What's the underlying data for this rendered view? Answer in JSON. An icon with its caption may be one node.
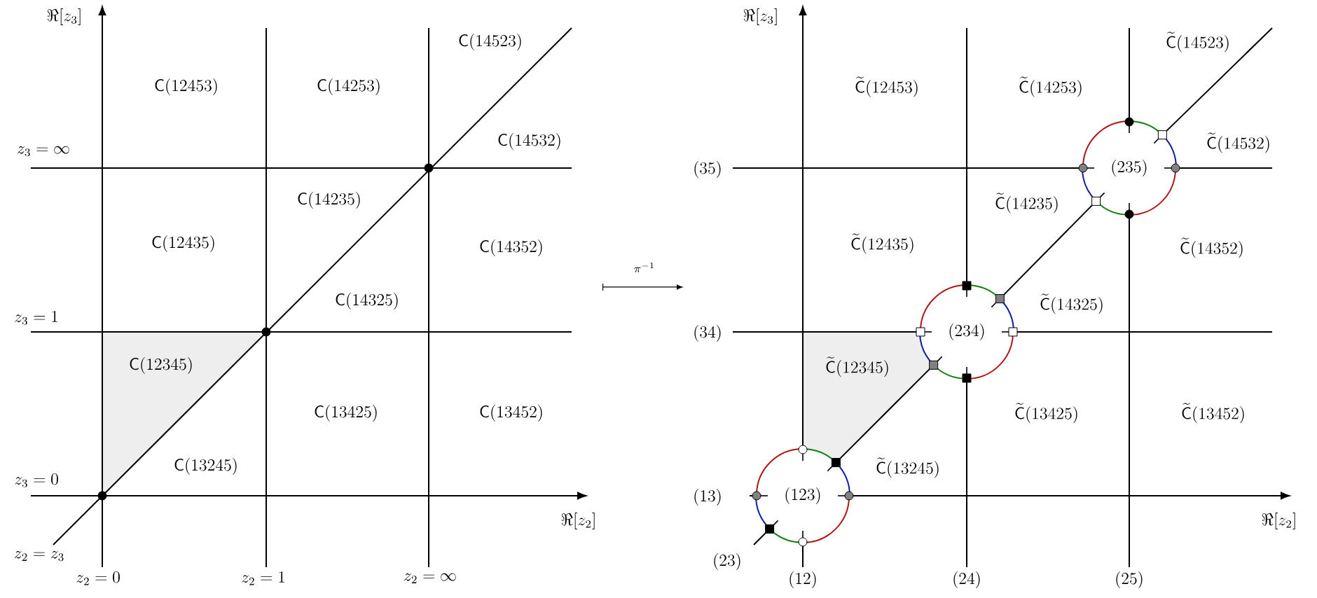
{
  "diagram": {
    "nodes": [
      {
        "text": [
          "(123)"
        ]
      },
      {
        "text": [
          "(234)"
        ]
      },
      {
        "text": [
          "(235)"
        ]
      }
    ],
    "edges": [
      {
        "from": null,
        "to": 0,
        "arrow": "other"
      },
      {
        "from": 0,
        "to": 1,
        "arrow": "other"
      },
      {
        "from": 1,
        "to": 2,
        "arrow": "other"
      },
      {
        "from": 2,
        "to": null,
        "arrow": "other"
      }
    ],
    "labels": [
      "\\Re[z_3]",
      "\\mathsf{C}(14523)",
      "\\mathsf{C}(12453)",
      "\\mathsf{C}(14253)",
      "\\mathsf{C}(14532)",
      "z_3=\\infty",
      "\\mathsf{C}(14235)",
      "\\mathsf{C}(12435)",
      "\\mathsf{C}(14352)",
      "\\mathsf{C}(14325)",
      "z_3=1",
      "\\mathsf{C}(12345)",
      "\\mathsf{C}(13425)",
      "\\mathsf{C}(13452)",
      "\\mathsf{C}(13245)",
      "z_3=0",
      "\\Re[z_2]",
      "z_2=z_3",
      "z_2=0",
      "z_2=1",
      "z_2=\\infty",
      "\\pi^{-1}",
      "\\Re[z_3]",
      "\\widetilde{\\mathsf{C}}(14523)",
      "\\widetilde{\\mathsf{C}}(12453)",
      "\\widetilde{\\mathsf{C}}(14253)",
      "\\widetilde{\\mathsf{C}}(14532)",
      "(35)",
      "\\widetilde{\\mathsf{C}}(14235)",
      "\\widetilde{\\mathsf{C}}(12435)",
      "\\widetilde{\\mathsf{C}}(14352)",
      "\\widetilde{\\mathsf{C}}(14325)",
      "(34)",
      "\\widetilde{\\mathsf{C}}(12345)",
      "\\widetilde{\\mathsf{C}}(13425)",
      "\\widetilde{\\mathsf{C}}(13452)",
      "\\widetilde{\\mathsf{C}}(13245)",
      "(13)",
      "\\Re[z_2]",
      "(23)",
      "(12)",
      "(24)",
      "(25)"
    ]
  }
}
